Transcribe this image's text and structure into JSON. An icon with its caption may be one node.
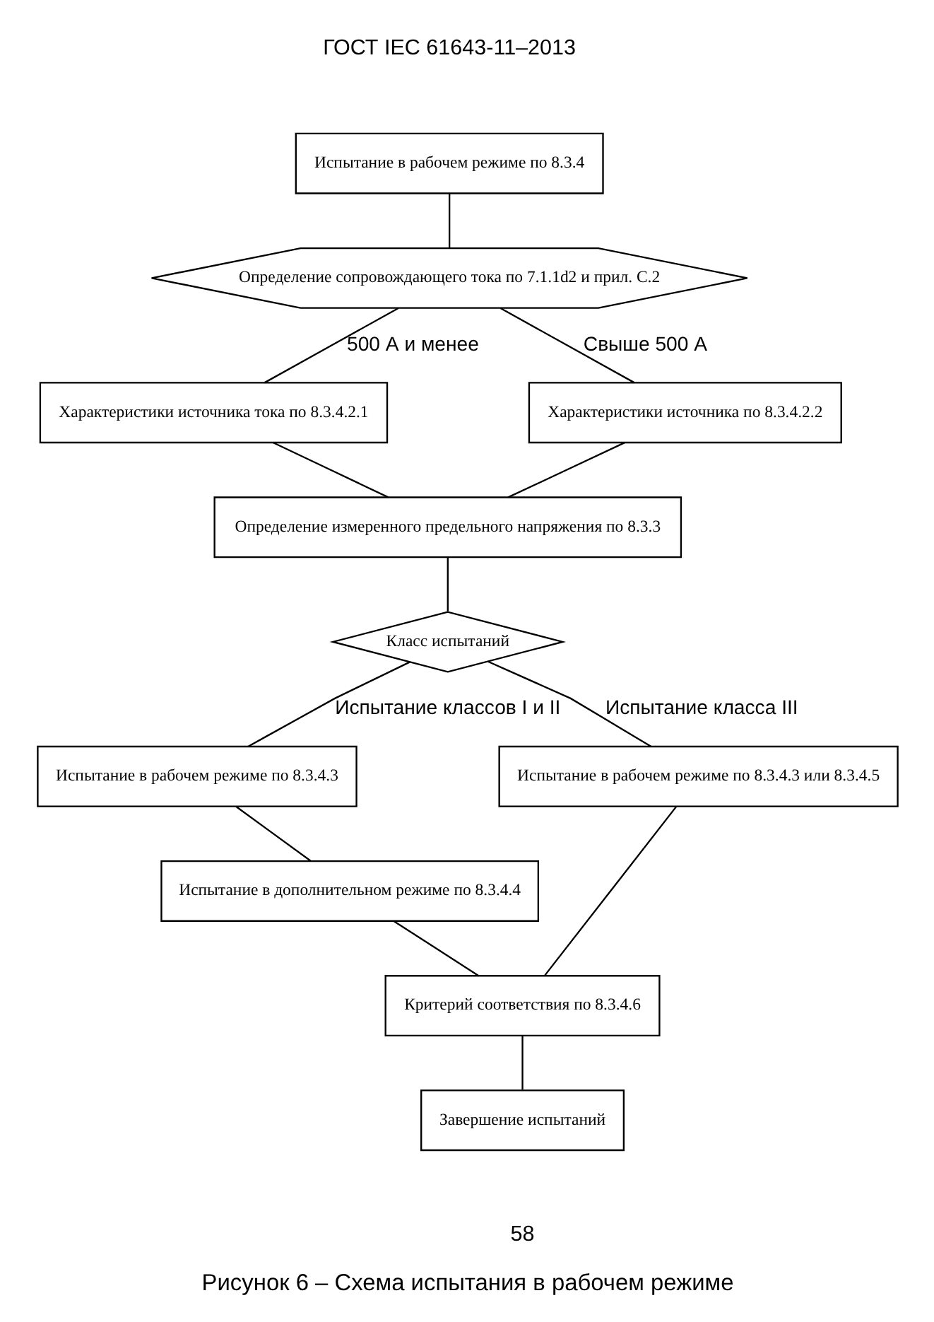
{
  "diagram": {
    "caption": "Рисунок 6 – Схема испытания в рабочем режиме",
    "nodes": [
      {
        "text": [
          "Испытание в рабочем режиме по 8.3.4"
        ]
      },
      {
        "text": [
          "Определение сопровождающего тока по 7.1.1d2 и прил. С.2"
        ]
      },
      {
        "text": [
          "Характеристики источника тока по 8.3.4.2.1"
        ]
      },
      {
        "text": [
          "Характеристики источника по 8.3.4.2.2"
        ]
      },
      {
        "text": [
          "Определение измеренного предельного напряжения по 8.3.3"
        ]
      },
      {
        "text": [
          "Класс испытаний"
        ]
      },
      {
        "text": [
          "Испытание в рабочем режиме по 8.3.4.3"
        ]
      },
      {
        "text": [
          "Испытание в дополнительном режиме по 8.3.4.4"
        ]
      },
      {
        "text": [
          "Испытание в рабочем режиме по 8.3.4.3 или 8.3.4.5"
        ]
      },
      {
        "text": [
          "Критерий соответствия по 8.3.4.6"
        ]
      },
      {
        "text": [
          "Завершение испытаний"
        ]
      }
    ],
    "edges": [
      {
        "from": 0,
        "to": 1,
        "arrow": "none"
      },
      {
        "from": 1,
        "to": 2,
        "arrow": "none",
        "label": "500 А и менее"
      },
      {
        "from": 1,
        "to": 3,
        "arrow": "none",
        "label": "Свыше 500 А"
      },
      {
        "from": 2,
        "to": 4,
        "arrow": "none"
      },
      {
        "from": 3,
        "to": 4,
        "arrow": "none"
      },
      {
        "from": 4,
        "to": 5,
        "arrow": "none"
      },
      {
        "from": 5,
        "to": 6,
        "arrow": "none",
        "label": "Испытание классов I и II"
      },
      {
        "from": 5,
        "to": 8,
        "arrow": "none",
        "label": "Испытание класса III"
      },
      {
        "from": 6,
        "to": 7,
        "arrow": "none"
      },
      {
        "from": 7,
        "to": 9,
        "arrow": "none"
      },
      {
        "from": 8,
        "to": 9,
        "arrow": "none"
      },
      {
        "from": 9,
        "to": 10,
        "arrow": "none"
      }
    ],
    "labels": [
      "ГОСТ IEC 61643-11–2013",
      "58"
    ]
  }
}
